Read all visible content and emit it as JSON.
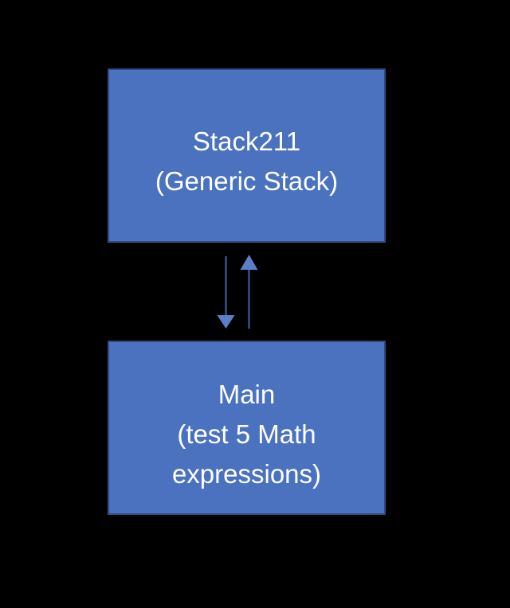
{
  "diagram": {
    "background_color": "#000000",
    "node_fill_color": "#4a72bf",
    "node_border_color": "#2f4d82",
    "node_text_color": "#ffffff",
    "arrow_shaft_color": "#2e4573",
    "arrow_head_color": "#5b7fc7",
    "nodes": [
      {
        "id": "stack211",
        "lines": [
          "Stack211",
          "(Generic Stack)"
        ],
        "line1": "Stack211",
        "line2": "(Generic Stack)"
      },
      {
        "id": "main",
        "lines": [
          "Main",
          "(test 5 Math",
          "expressions)"
        ],
        "line1": "Main",
        "line2": "(test 5 Math",
        "line3": "expressions)"
      }
    ],
    "connectors": [
      {
        "id": "stack-to-main",
        "direction": "down",
        "from": "stack211",
        "to": "main"
      },
      {
        "id": "main-to-stack",
        "direction": "up",
        "from": "main",
        "to": "stack211"
      }
    ]
  }
}
